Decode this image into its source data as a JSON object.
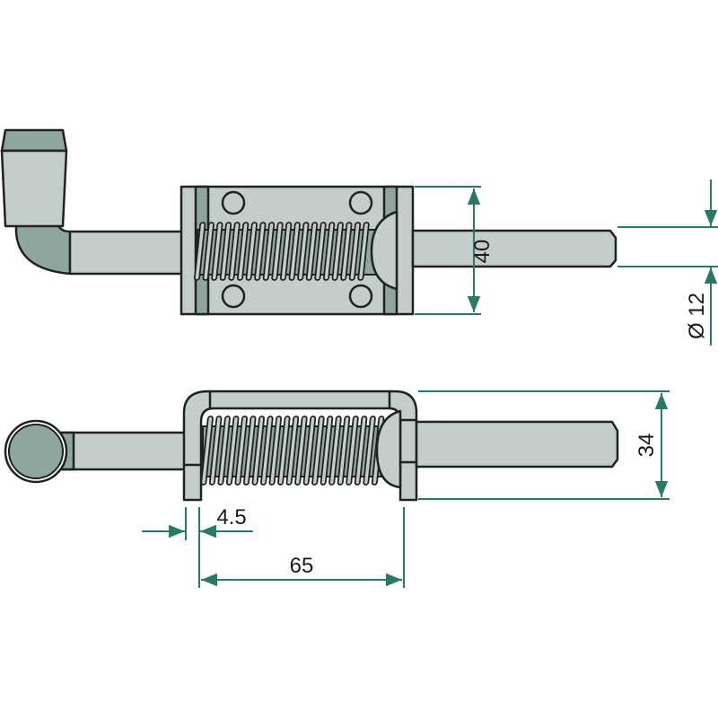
{
  "drawing": {
    "dimensions": {
      "housing_height": "40",
      "pin_diameter": "Ø 12",
      "bracket_height": "34",
      "leg_thickness": "4.5",
      "hole_spacing": "65"
    },
    "colors": {
      "body": "#c4cdcb",
      "shade": "#8ea69e",
      "outline": "#1e2222",
      "dimension": "#2a7a63"
    }
  }
}
